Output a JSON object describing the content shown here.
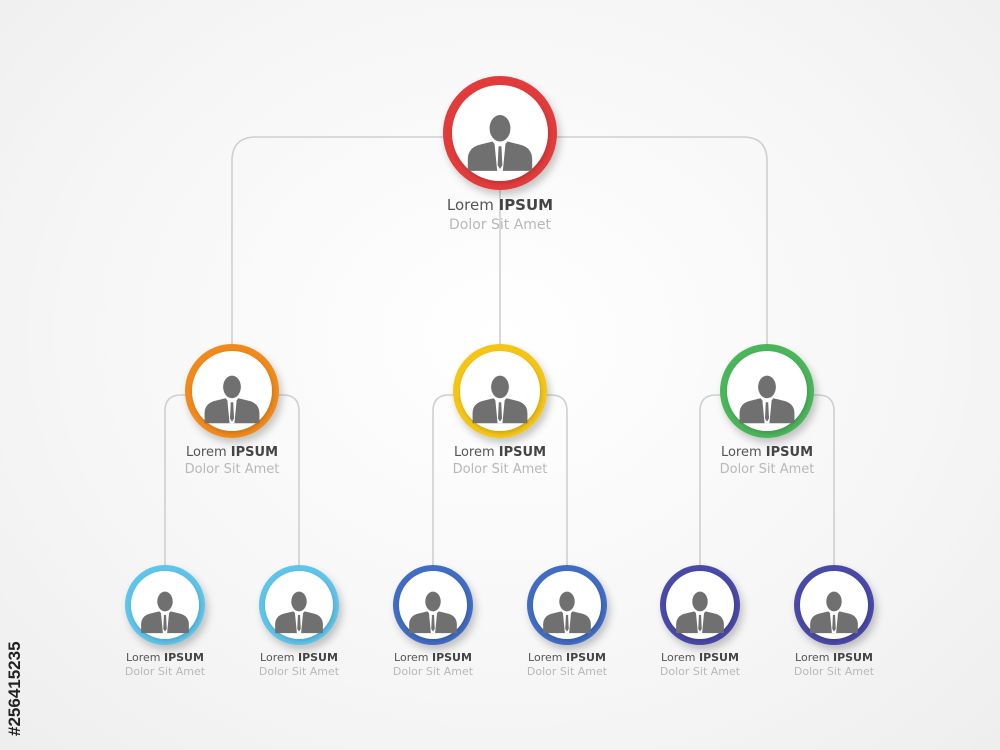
{
  "org_chart": {
    "top": {
      "name": "Lorem",
      "title": "IPSUM",
      "subtitle": "Dolor Sit Amet",
      "ring_color": "#e23a3a"
    },
    "managers": [
      {
        "name": "Lorem",
        "title": "IPSUM",
        "subtitle": "Dolor Sit Amet",
        "ring_color": "#f08a1c"
      },
      {
        "name": "Lorem",
        "title": "IPSUM",
        "subtitle": "Dolor Sit Amet",
        "ring_color": "#f5c518"
      },
      {
        "name": "Lorem",
        "title": "IPSUM",
        "subtitle": "Dolor Sit Amet",
        "ring_color": "#4cb55a"
      }
    ],
    "staff": [
      {
        "name": "Lorem",
        "title": "IPSUM",
        "subtitle": "Dolor Sit Amet",
        "ring_color": "#5ec4ea",
        "manager": 0
      },
      {
        "name": "Lorem",
        "title": "IPSUM",
        "subtitle": "Dolor Sit Amet",
        "ring_color": "#5ec4ea",
        "manager": 0
      },
      {
        "name": "Lorem",
        "title": "IPSUM",
        "subtitle": "Dolor Sit Amet",
        "ring_color": "#3f6cc4",
        "manager": 1
      },
      {
        "name": "Lorem",
        "title": "IPSUM",
        "subtitle": "Dolor Sit Amet",
        "ring_color": "#3f6cc4",
        "manager": 1
      },
      {
        "name": "Lorem",
        "title": "IPSUM",
        "subtitle": "Dolor Sit Amet",
        "ring_color": "#4a4aa8",
        "manager": 2
      },
      {
        "name": "Lorem",
        "title": "IPSUM",
        "subtitle": "Dolor Sit Amet",
        "ring_color": "#4a4aa8",
        "manager": 2
      }
    ],
    "icon": "person-icon"
  },
  "watermark_id": "#256415235"
}
